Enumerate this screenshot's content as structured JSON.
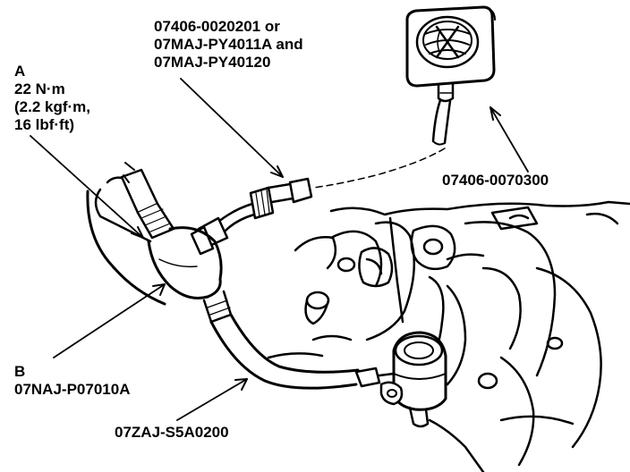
{
  "labels": {
    "pressure_gauge_part": "07406-0070300",
    "gauge_adapter": {
      "line1": "07406-0020201 or",
      "line2": "07MAJ-PY4011A and",
      "line3": "07MAJ-PY40120"
    },
    "part_a": {
      "letter": "A",
      "torque_nm": "22 N·m",
      "torque_kgf": "(2.2 kgf·m,",
      "torque_lbf": "16 lbf·ft)"
    },
    "part_b": {
      "letter": "B",
      "part_number": "07NAJ-P07010A"
    },
    "hose_part": "07ZAJ-S5A0200"
  },
  "colors": {
    "ink": "#000000",
    "paper": "#ffffff"
  },
  "icons": [
    "pressure-gauge-icon",
    "engine-block-illustration",
    "pressure-hose-icon"
  ]
}
